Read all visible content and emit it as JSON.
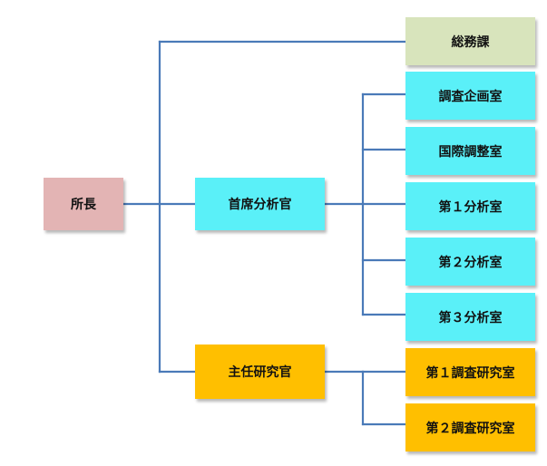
{
  "org_chart": {
    "director": {
      "label": "所長",
      "color": "#e3b4b4"
    },
    "chief_analyst": {
      "label": "首席分析官",
      "color": "#5af0f8"
    },
    "chief_researcher": {
      "label": "主任研究官",
      "color": "#ffbf00"
    },
    "general_affairs": {
      "label": "総務課",
      "color": "#d8e4bc"
    },
    "analyst_units": [
      {
        "label": "調査企画室"
      },
      {
        "label": "国際調整室"
      },
      {
        "label": "第１分析室"
      },
      {
        "label": "第２分析室"
      },
      {
        "label": "第３分析室"
      }
    ],
    "research_units": [
      {
        "label": "第１調査研究室"
      },
      {
        "label": "第２調査研究室"
      }
    ],
    "connector_color": "#4a7ab8"
  }
}
